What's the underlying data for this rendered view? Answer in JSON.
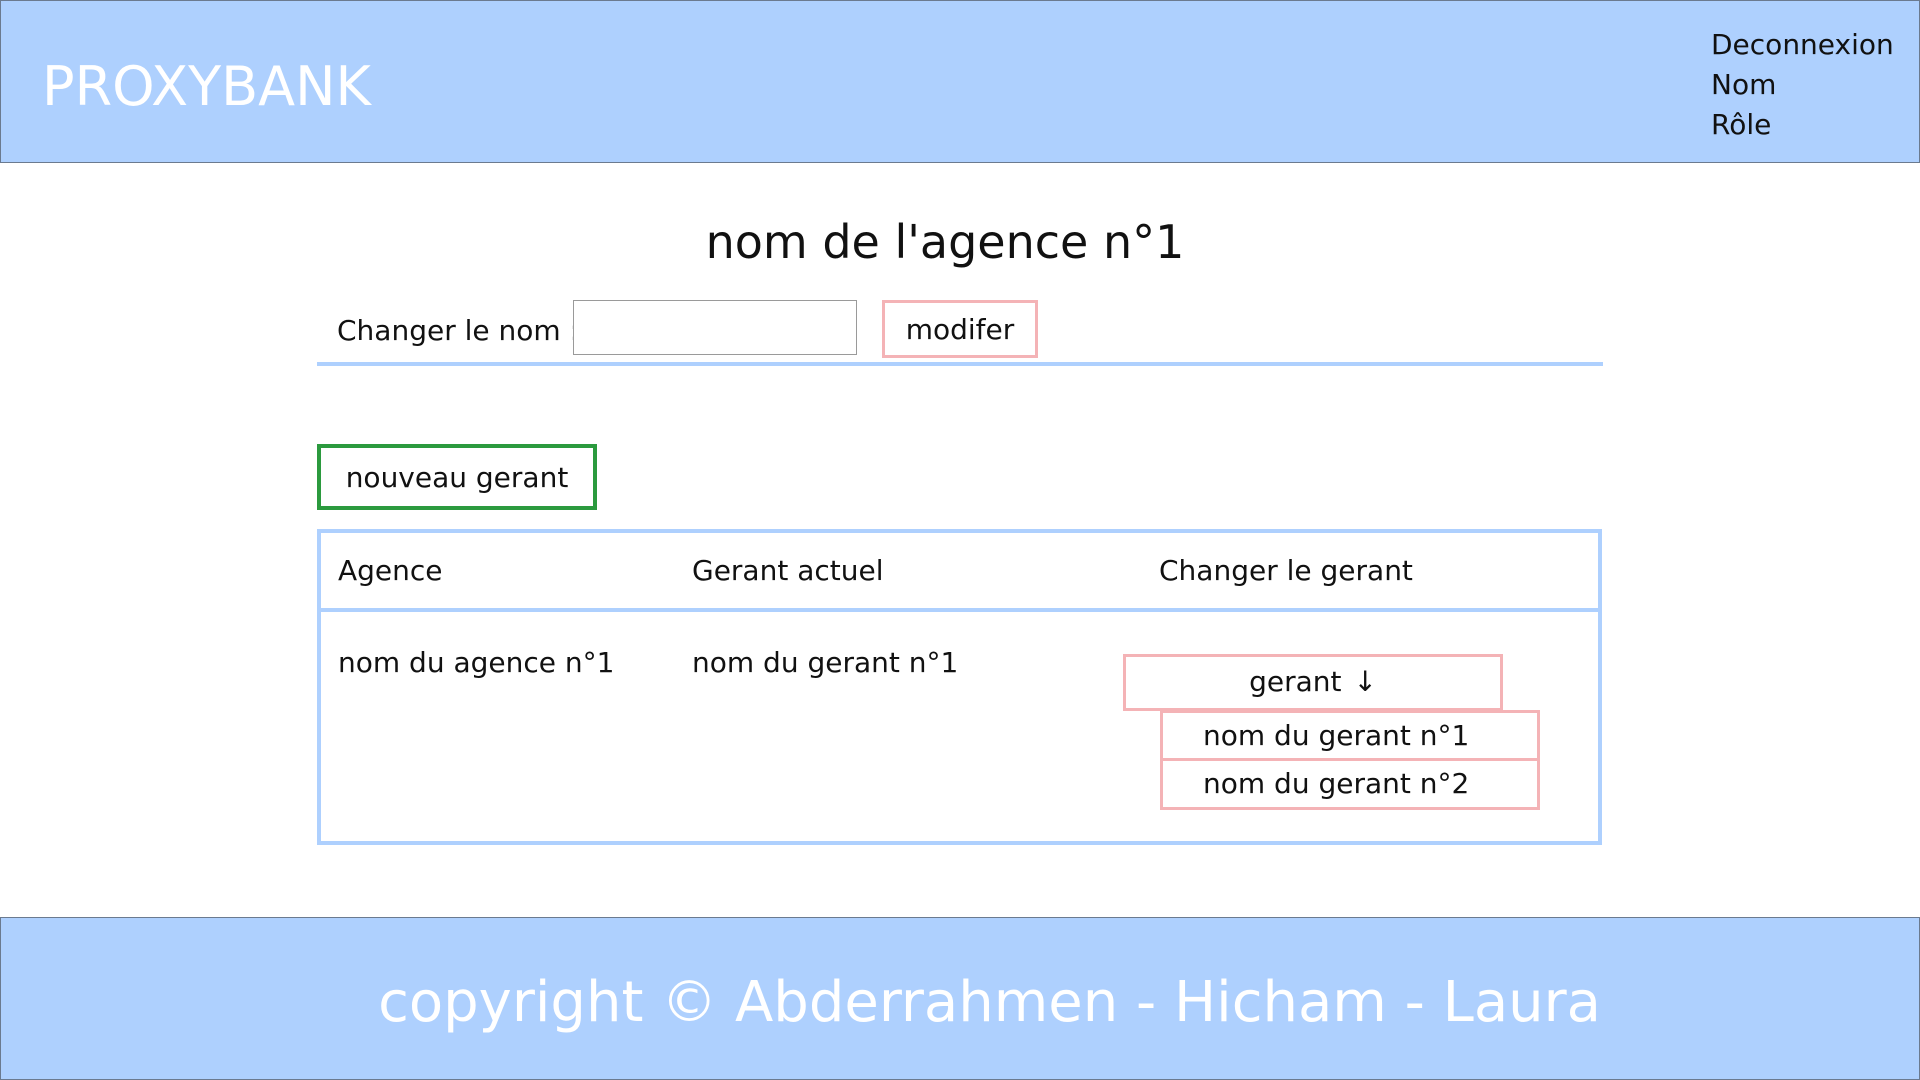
{
  "header": {
    "brand": "PROXYBANK",
    "user_menu": {
      "logout": "Deconnexion",
      "name": "Nom",
      "role": "Rôle"
    }
  },
  "main": {
    "agency_title": "nom de l'agence n°1",
    "rename": {
      "label": "Changer le nom :",
      "value": "",
      "placeholder": "",
      "button": "modifer"
    },
    "new_manager_button": "nouveau gerant",
    "table": {
      "headers": [
        "Agence",
        "Gerant actuel",
        "Changer le gerant"
      ],
      "rows": [
        {
          "agency": "nom du agence n°1",
          "current_manager": "nom du gerant n°1"
        }
      ],
      "select": {
        "label": "gerant",
        "arrow": "↓",
        "options": [
          "nom du gerant n°1",
          "nom du gerant n°2"
        ]
      }
    }
  },
  "footer": {
    "copyright": "copyright © Abderrahmen - Hicham - Laura"
  },
  "colors": {
    "header_bg": "#aed0fe",
    "accent_pink": "#f4b3b6",
    "accent_green": "#2b9a3e"
  }
}
